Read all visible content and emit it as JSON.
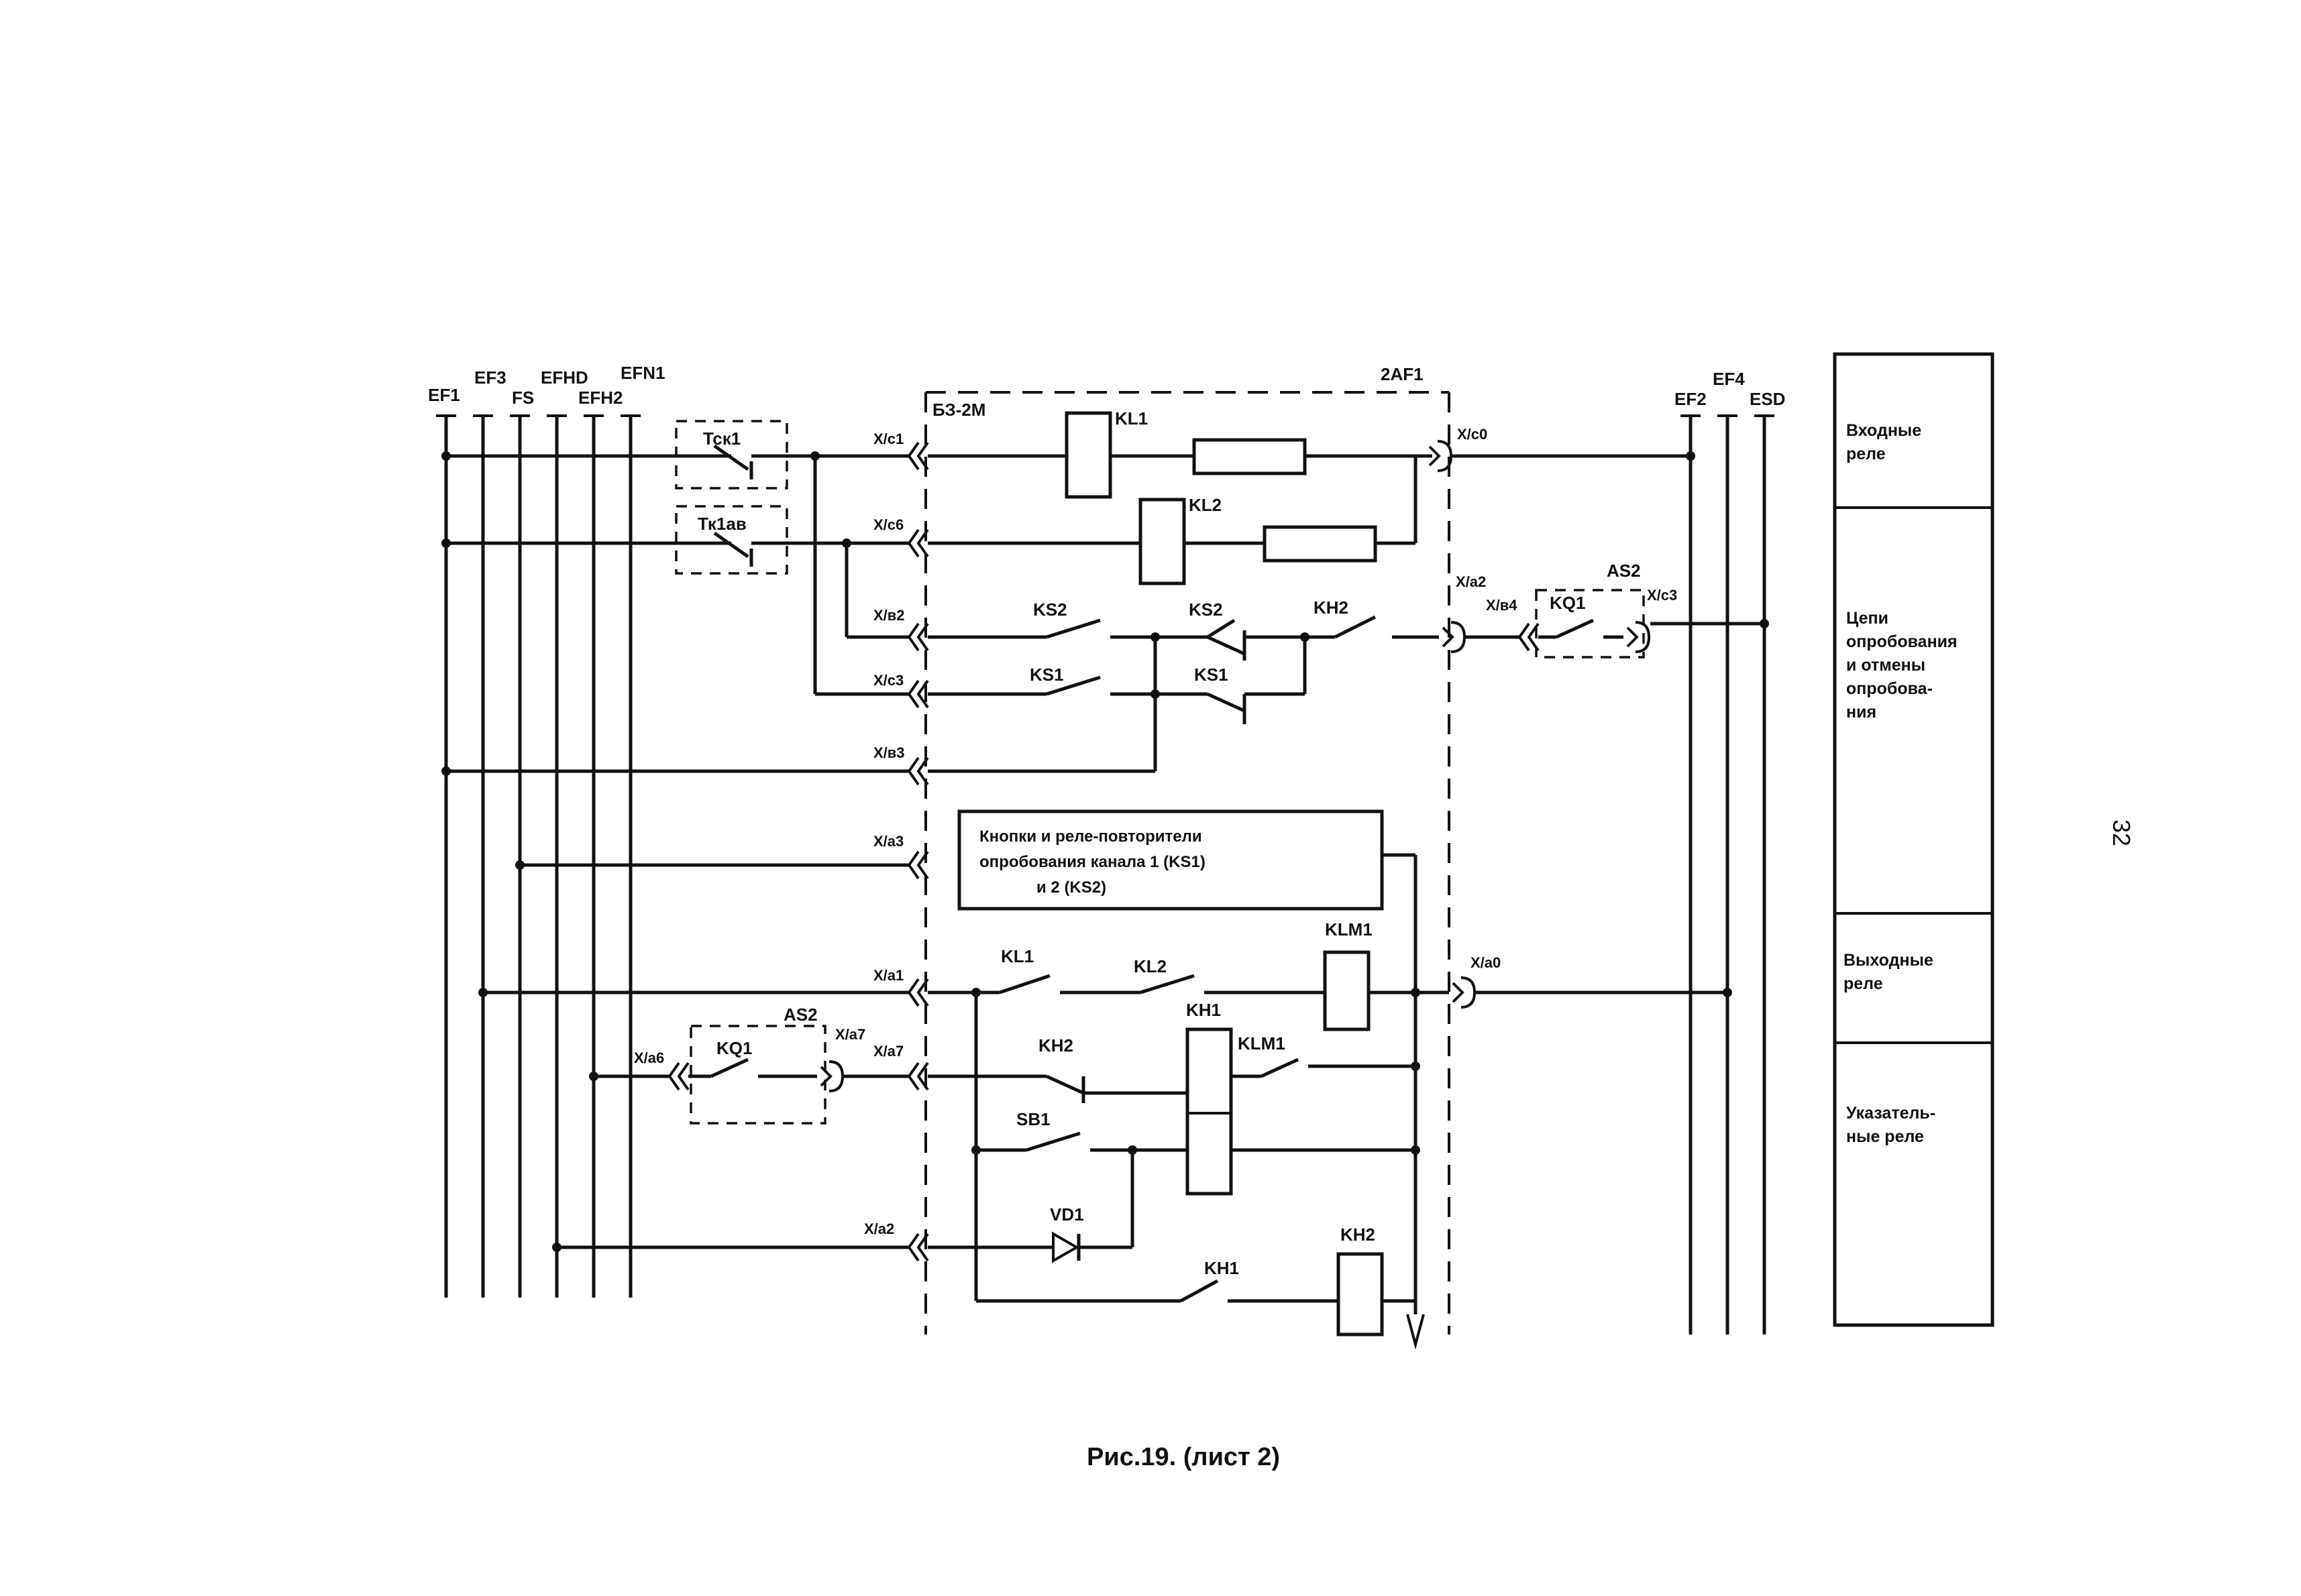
{
  "page_number": "32",
  "caption": "Рис.19. (лист 2)",
  "unit_block": {
    "name": "2AF1",
    "type": "БЗ-2М"
  },
  "left_buses": [
    {
      "label": "EF1"
    },
    {
      "label": "EF3"
    },
    {
      "label": "FS"
    },
    {
      "label": "EFHD"
    },
    {
      "label": "EFH2"
    },
    {
      "label": "EFN1"
    }
  ],
  "right_buses": [
    {
      "label": "EF2"
    },
    {
      "label": "EF4"
    },
    {
      "label": "ESD"
    }
  ],
  "connectors": {
    "c1": "X/c1",
    "c6": "X/c6",
    "b2": "X/в2",
    "c3": "X/c3",
    "b3": "X/в3",
    "a3": "X/a3",
    "a1": "X/a1",
    "a7": "X/a7",
    "a7b": "X/a7",
    "a6": "X/a6",
    "a2": "X/a2",
    "c0": "X/c0",
    "a2r": "X/a2",
    "b4": "X/в4",
    "c3r": "X/c3",
    "a0": "X/a0"
  },
  "components": {
    "tsk1": "Тск1",
    "tk1av": "Тк1ав",
    "kl1": "KL1",
    "kl2": "KL2",
    "ks2_a": "KS2",
    "ks2_b": "KS2",
    "kh2_top": "KH2",
    "ks1_a": "KS1",
    "ks1_b": "KS1",
    "as2_top": "AS2",
    "kq1_top": "KQ1",
    "kl1_c": "KL1",
    "kl2_c": "KL2",
    "klm1": "KLM1",
    "kq1_bot": "KQ1",
    "as2_bot": "AS2",
    "kh2_c": "KH2",
    "kh1": "KH1",
    "klm1_c": "KLM1",
    "sb1": "SB1",
    "vd1": "VD1",
    "kh1_c": "KH1",
    "kh2_coil": "KH2"
  },
  "note_box": {
    "line1": "Кнопки и реле-повторители",
    "line2": "опробования канала 1  (KS1)",
    "line3": "и 2 (KS2)"
  },
  "side_table": [
    {
      "lines": [
        "Входные",
        "реле"
      ]
    },
    {
      "lines": [
        "Цепи",
        "опробования",
        "и отмены",
        "опробова-",
        "ния"
      ]
    },
    {
      "lines": [
        "Выходные",
        "реле"
      ]
    },
    {
      "lines": [
        "Указатель-",
        "ные реле"
      ]
    }
  ]
}
